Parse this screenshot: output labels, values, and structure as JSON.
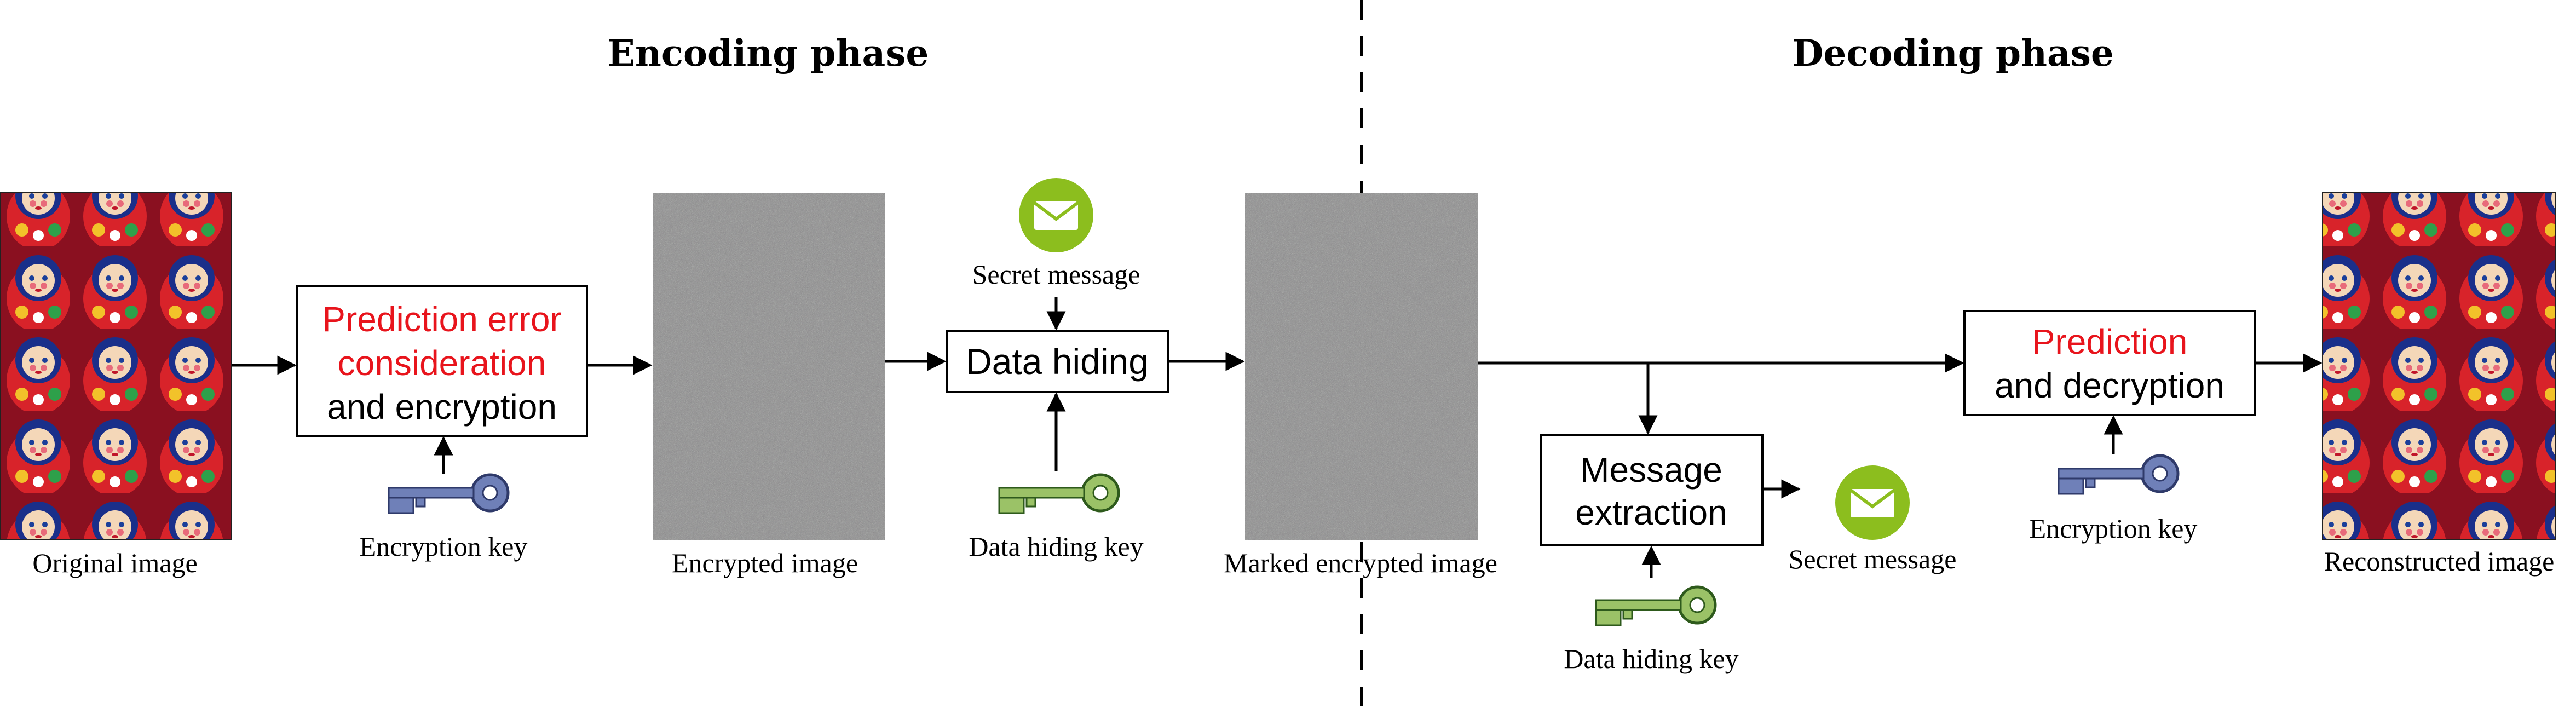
{
  "phases": {
    "encoding": "Encoding phase",
    "decoding": "Decoding phase"
  },
  "images": {
    "original": "Original image",
    "encrypted": "Encrypted image",
    "marked": "Marked encrypted image",
    "reconstructed": "Reconstructed image"
  },
  "boxes": {
    "prediction_encryption": {
      "line1": "Prediction error",
      "line2": "consideration",
      "line3": "and encryption"
    },
    "data_hiding": "Data hiding",
    "message_extraction": {
      "line1": "Message",
      "line2": "extraction"
    },
    "prediction_decryption": {
      "line1": "Prediction",
      "line2": "and decryption"
    }
  },
  "keys": {
    "encryption_key_enc": "Encryption key",
    "data_hiding_key_enc": "Data hiding key",
    "data_hiding_key_dec": "Data hiding key",
    "encryption_key_dec": "Encryption key"
  },
  "messages": {
    "secret_enc": "Secret message",
    "secret_dec": "Secret message"
  },
  "colors": {
    "highlight": "#e8141c",
    "envelope": "#8cbe1e",
    "encryption_key": "#6f80b8",
    "data_hiding_key": "#9bc267",
    "noise": "#8c8c8c"
  }
}
